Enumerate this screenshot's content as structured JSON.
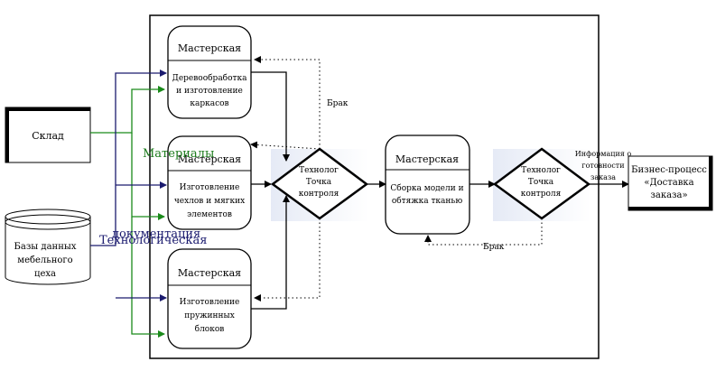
{
  "workshop_title": "Мастерская",
  "nodes": {
    "warehouse": "Склад",
    "database": [
      "Базы данных",
      "мебельного",
      "цеха"
    ],
    "woodwork": [
      "Деревообработка",
      "и изготовление",
      "каркасов"
    ],
    "covers": [
      "Изготовление",
      "чехлов и мягких",
      "элементов"
    ],
    "springs": [
      "Изготовление",
      "пружинных",
      "блоков"
    ],
    "assembly": [
      "Сборка модели и",
      "обтяжка тканью"
    ],
    "checkpoint1": [
      "Технолог",
      "Точка",
      "контроля"
    ],
    "checkpoint2": [
      "Технолог",
      "Точка",
      "контроля"
    ],
    "business": [
      "Бизнес-процесс",
      "«Доставка",
      "заказа»"
    ]
  },
  "labels": {
    "materials": "Материалы",
    "docs_line1": "документация",
    "docs_line2": "Технологическая",
    "defect_top": "Брак",
    "defect_bottom": "Брак",
    "readiness": [
      "Информация о",
      "готовности",
      "заказа"
    ]
  },
  "colors": {
    "border": "#000000",
    "materials_line": "#1a8a1a",
    "docs_line": "#1a1a6e",
    "node_fill": "#ffffff",
    "glow": "#e8ecf6"
  }
}
